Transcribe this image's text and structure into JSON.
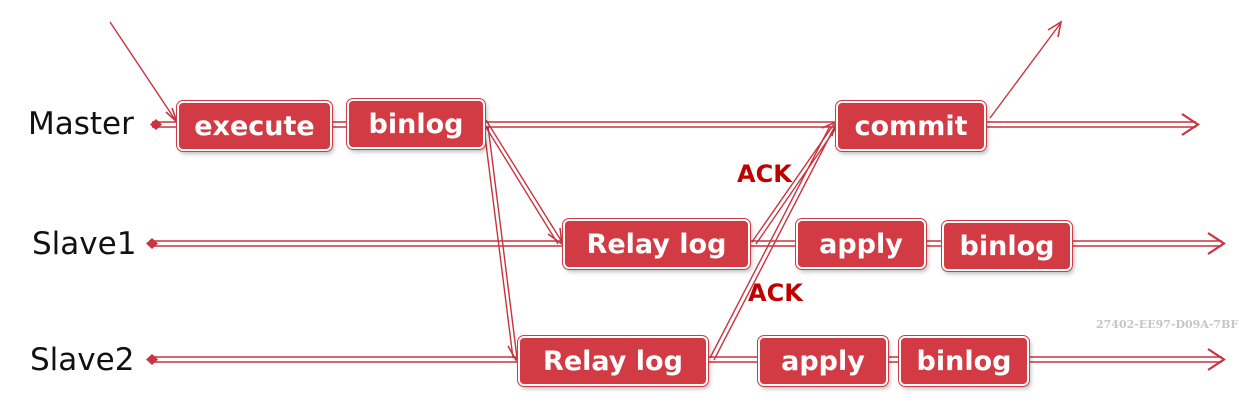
{
  "rows": {
    "master": "Master",
    "slave1": "Slave1",
    "slave2": "Slave2"
  },
  "master": {
    "execute": "execute",
    "binlog": "binlog",
    "commit": "commit"
  },
  "slave1": {
    "relay_log": "Relay log",
    "apply": "apply",
    "binlog": "binlog"
  },
  "slave2": {
    "relay_log": "Relay log",
    "apply": "apply",
    "binlog": "binlog"
  },
  "acks": {
    "slave1": "ACK",
    "slave2": "ACK"
  },
  "watermark": "27402-EE97-D09A-7BF",
  "colors": {
    "box_fill": "#d23a44",
    "line": "#c9343f",
    "ack_text": "#c00000"
  }
}
